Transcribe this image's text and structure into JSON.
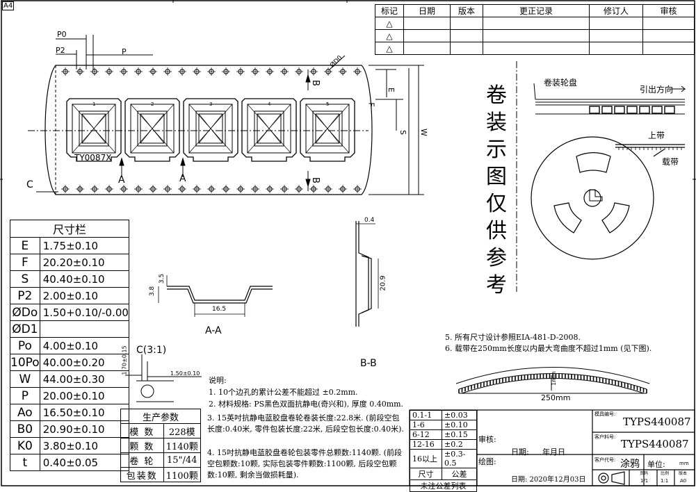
{
  "sheet_tag": "A4",
  "revision_table": {
    "headers": [
      "标记",
      "日期",
      "版本",
      "更正记录",
      "修订人",
      "审核"
    ]
  },
  "tape_labels": {
    "p0": "P0",
    "p2": "P2",
    "p": "P",
    "d0": "ØD0",
    "e": "E",
    "f": "F",
    "s": "S",
    "w": "W",
    "b": "B",
    "a": "A",
    "c": "C",
    "part_mark": "TY0087X",
    "pocket_numbers": [
      "1",
      "2",
      "3",
      "4",
      "5"
    ]
  },
  "sections": {
    "aa_title": "A-A",
    "aa_dim_width": "16.5",
    "aa_dim_h1": "3.8",
    "aa_dim_h2": "3.5",
    "bb_title": "B-B",
    "bb_dim_top": "0.4",
    "bb_dim_height": "20.9",
    "c_title": "C(3:1)",
    "c_dim_left": "1.70±0.15",
    "c_dim_right": "1.50±0.10"
  },
  "vertical_caption": [
    "卷",
    "装",
    "示",
    "图",
    "仅",
    "供",
    "参",
    "考"
  ],
  "reel_labels": {
    "reel": "卷装轮盘",
    "direction": "引出方向",
    "upper_tape": "上带",
    "carrier_tape": "载带"
  },
  "dimension_table": {
    "header": "尺寸栏",
    "rows": [
      {
        "key": "E",
        "value": "1.75±0.10"
      },
      {
        "key": "F",
        "value": "20.20±0.10"
      },
      {
        "key": "S",
        "value": "40.40±0.10"
      },
      {
        "key": "P2",
        "value": "2.00±0.10"
      },
      {
        "key": "ØDo",
        "value": "1.50+0.10/-0.00"
      },
      {
        "key": "ØD1",
        "value": ""
      },
      {
        "key": "Po",
        "value": "4.00±0.10"
      },
      {
        "key": "10Po",
        "value": "40.00±0.20"
      },
      {
        "key": "W",
        "value": "44.00±0.30"
      },
      {
        "key": "P",
        "value": "20.00±0.10"
      },
      {
        "key": "Ao",
        "value": "16.50±0.10"
      },
      {
        "key": "B0",
        "value": "20.90±0.10"
      },
      {
        "key": "K0",
        "value": "3.80±0.10"
      },
      {
        "key": "t",
        "value": "0.40±0.05"
      }
    ]
  },
  "production_table": {
    "header": "生产参数",
    "rows": [
      {
        "key": "模 数",
        "value": "228模"
      },
      {
        "key": "颗 数",
        "value": "1140颗"
      },
      {
        "key": "卷 轮",
        "value": "15\"/44"
      },
      {
        "key": "包装数",
        "value": "1100颗"
      }
    ]
  },
  "notes": {
    "title": "说明:",
    "n1": "1. 10个边孔的累计公差不能超过 ±0.2mm.",
    "n2": "2. 材料规格: PS黑色双面抗静电(奇兴和), 厚度 0.40mm.",
    "n3": "3. 15英吋抗静电蓝胶盘卷轮卷装长度:22.8米. (前段空包长度:0.40米, 零件包装长度:22米, 后段空包长度:0.40米).",
    "n4": "4. 15吋抗静电蓝胶盘卷轮包装零件总颗数:1140颗. (前段空包颗数:10颗, 实际包装零件颗数:1100颗, 后段空包颗数:10颗, 剩余当做损耗量).",
    "n5": "5. 所有尺寸设计参照EIA-481-D-2008.",
    "n6": "6. 载带在250mm长度以内最大弯曲度不超过1mm (见下图).",
    "bend_len": "250mm",
    "bend_max": "1mm"
  },
  "tolerance_table": {
    "rows": [
      {
        "range": "0.1-1",
        "tol": "±0.03"
      },
      {
        "range": "1-6",
        "tol": "±0.10"
      },
      {
        "range": "6-12",
        "tol": "±0.15"
      },
      {
        "range": "12-16",
        "tol": "±0.2"
      },
      {
        "range": "16以上",
        "tol": "±0.3-0.5"
      }
    ],
    "col1": "尺寸",
    "col2": "公差",
    "footer": "未注公差列表"
  },
  "title_block": {
    "review_label": "审核:",
    "draw_label": "绘图:",
    "date_label": "日期:",
    "ymd": "年月日",
    "date_value": "日期: 2020年12月03日",
    "mold_no_label": "模具编号:",
    "mold_no": "TYPS440087",
    "cust_no_label": "客户料号:",
    "cust_no": "TYPS440087",
    "cust_code_label": "客户代号:",
    "cust_code": "涂鸦",
    "unit_label": "单位:",
    "unit": "mm",
    "page_label": "页码",
    "page": "1/1",
    "scale_label": "比例",
    "scale": "1:1",
    "version_label": "版本",
    "version": "A0"
  }
}
